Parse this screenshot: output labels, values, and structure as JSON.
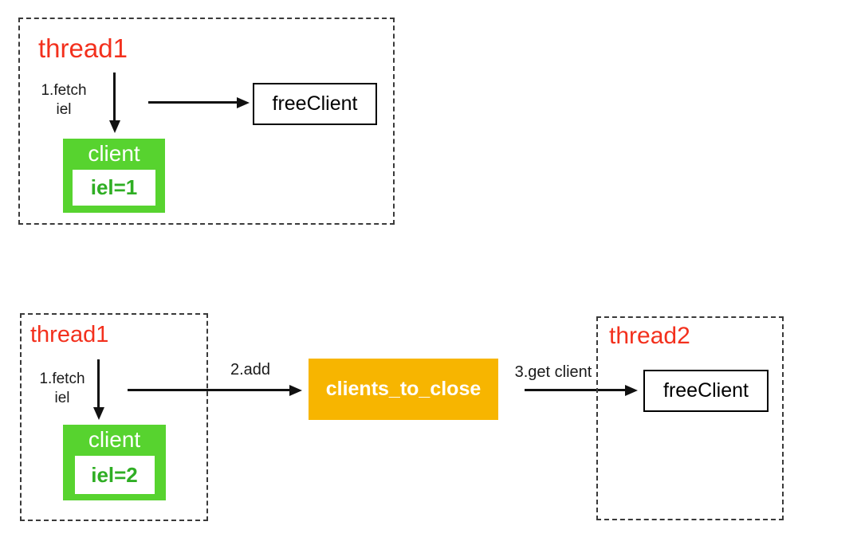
{
  "colors": {
    "thread_red": "#f3301d",
    "client_green": "#57d32f",
    "client_value_green": "#2fae24",
    "queue_orange": "#f7b500",
    "arrow_black": "#111111",
    "background": "#ffffff"
  },
  "diagram1": {
    "thread_label": "thread1",
    "fetch_line1": "1.fetch",
    "fetch_line2": "iel",
    "free_client_label": "freeClient",
    "client_box": {
      "title": "client",
      "value": "iel=1"
    }
  },
  "diagram2": {
    "thread1_label": "thread1",
    "fetch_line1": "1.fetch",
    "fetch_line2": "iel",
    "client_box": {
      "title": "client",
      "value": "iel=2"
    },
    "add_arrow_label": "2.add",
    "queue_box_label": "clients_to_close",
    "get_client_arrow_label": "3.get client",
    "thread2_label": "thread2",
    "free_client_label": "freeClient"
  }
}
